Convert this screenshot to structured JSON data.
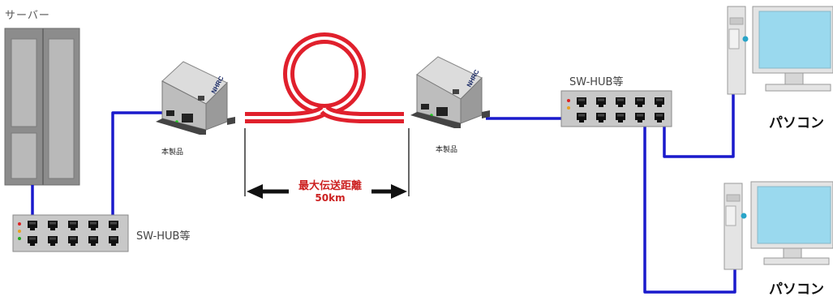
{
  "labels": {
    "server": "サーバー",
    "hub_left": "SW-HUB等",
    "hub_right": "SW-HUB等",
    "product_left": "本製品",
    "product_right": "本製品",
    "device_brand": "NHRC",
    "distance_title": "最大伝送距離",
    "distance_value": "50km",
    "pc_top": "パソコン",
    "pc_bottom": "パソコン"
  },
  "colors": {
    "cable": "#1a1acc",
    "fiber": "#e0202c",
    "distance_text": "#cc2020",
    "hub_body": "#c8c8c8",
    "converter_body": "#b8b8b8",
    "pc_screen": "#9ad9ee",
    "server_body": "#8c8c8c"
  },
  "icons": [
    "server-icon",
    "switching-hub-icon",
    "media-converter-icon",
    "fiber-loop-icon",
    "arrow-left-icon",
    "arrow-right-icon",
    "desktop-pc-icon"
  ]
}
